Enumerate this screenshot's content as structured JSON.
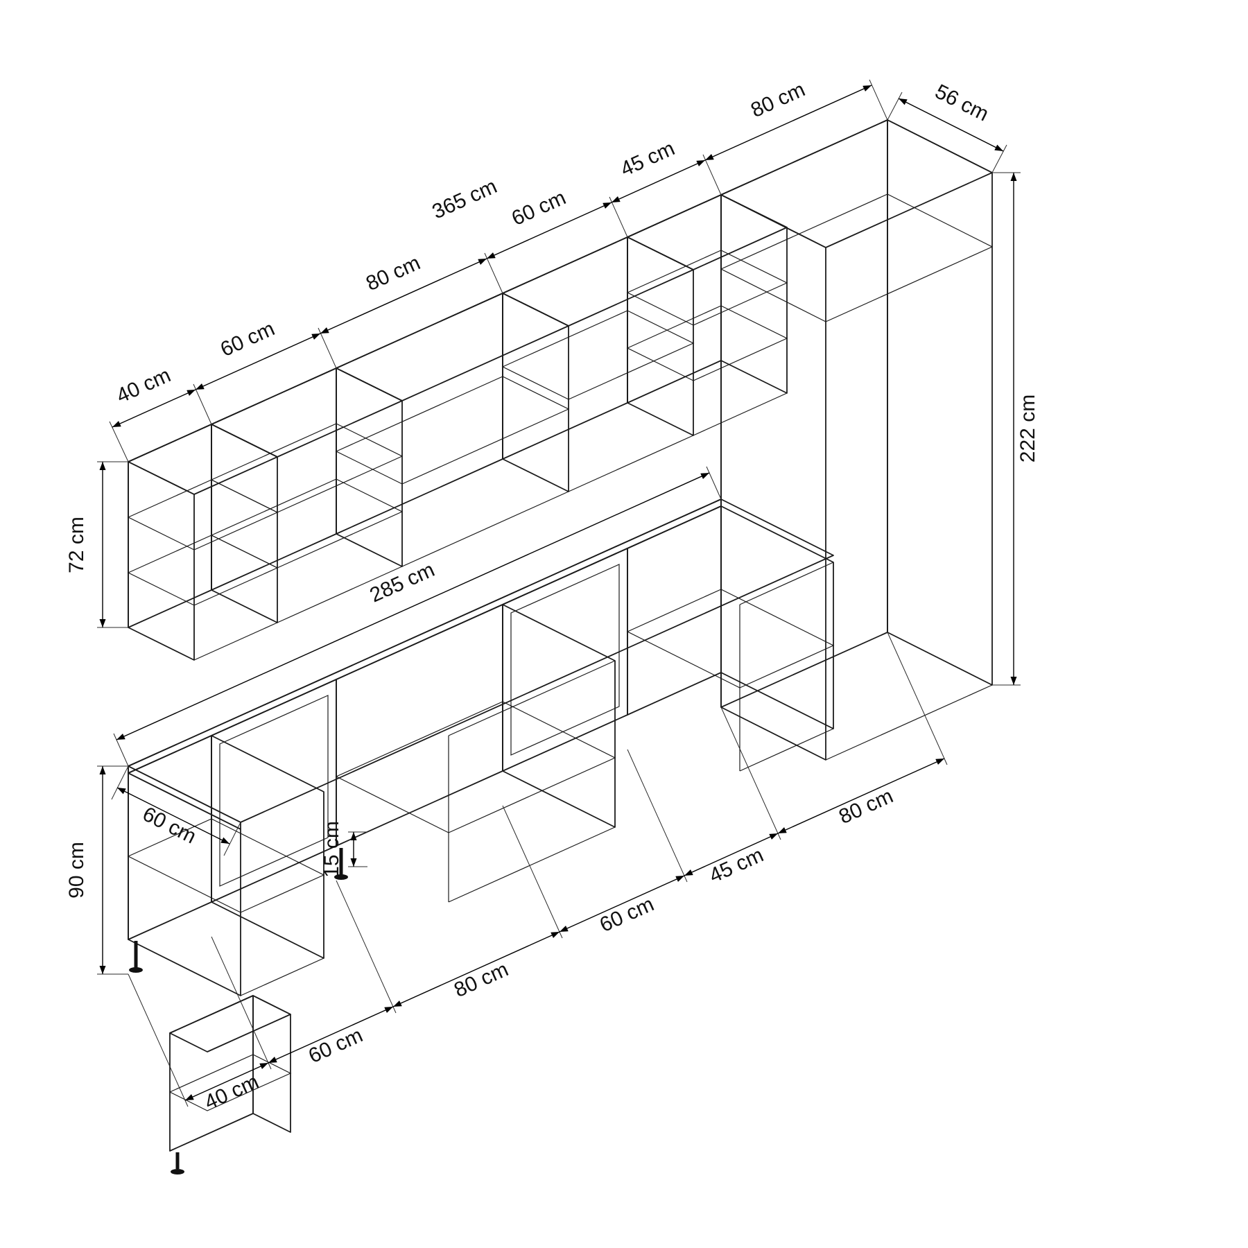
{
  "diagram": {
    "title": "Modular kitchen cabinet set — dimensional line drawing",
    "top_chain": {
      "seg40": "40 cm",
      "seg60a": "60 cm",
      "seg80a": "80 cm",
      "seg60b": "60 cm",
      "seg45": "45 cm",
      "seg80b": "80 cm",
      "total": "365 cm"
    },
    "tall_unit": {
      "depth": "56 cm",
      "height": "222 cm"
    },
    "wall_units": {
      "height": "72 cm"
    },
    "counter": {
      "length": "285 cm",
      "depth": "60 cm"
    },
    "base_units": {
      "height": "90 cm",
      "plinth": "15 cm"
    },
    "bottom_chain": {
      "seg40": "40 cm",
      "seg60a": "60 cm",
      "seg80a": "80 cm",
      "seg60b": "60 cm",
      "seg45": "45 cm",
      "seg80b": "80 cm"
    },
    "colors": {
      "line": "#1b1b1b",
      "background": "#ffffff"
    }
  }
}
